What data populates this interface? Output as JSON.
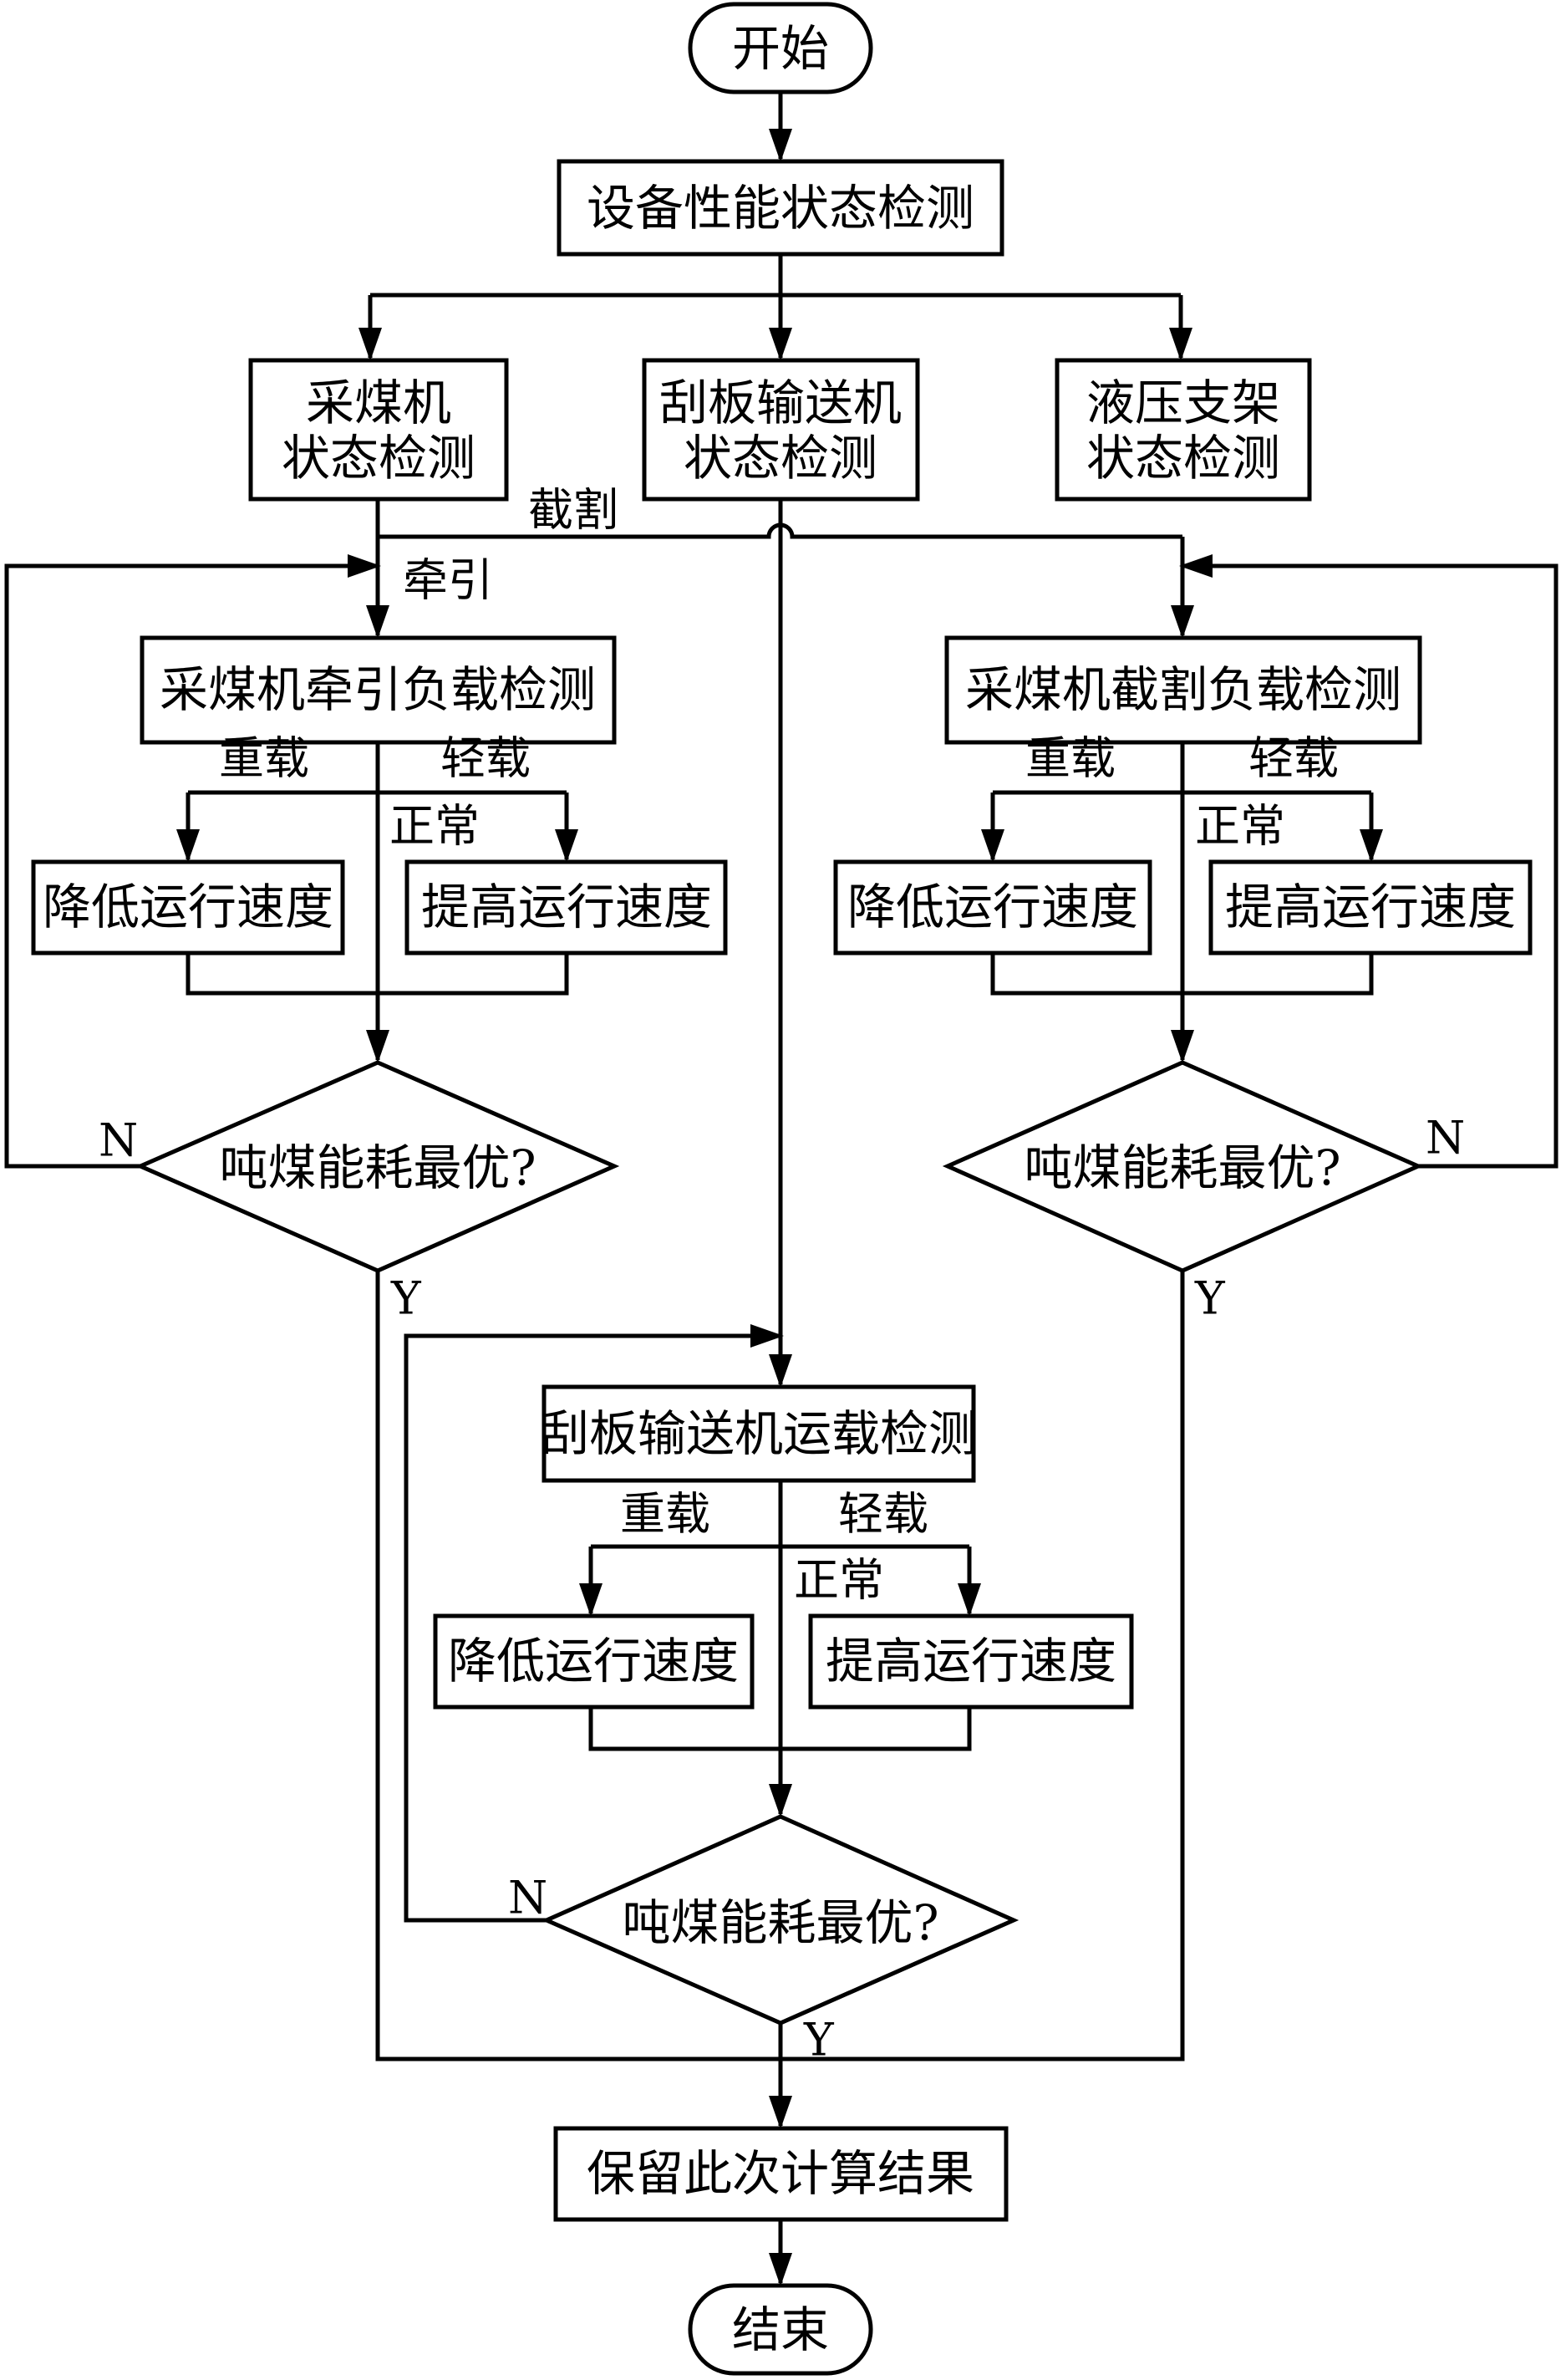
{
  "nodes": {
    "start": "开始",
    "detect": "设备性能状态检测",
    "shearer_state": [
      "采煤机",
      "状态检测"
    ],
    "conveyor_state": [
      "刮板输送机",
      "状态检测"
    ],
    "support_state": [
      "液压支架",
      "状态检测"
    ],
    "haul_load": "采煤机牵引负载检测",
    "cut_load": "采煤机截割负载检测",
    "conveyor_load": "刮板输送机运载检测",
    "reduce_speed": "降低运行速度",
    "raise_speed": "提高运行速度",
    "decision": "吨煤能耗最优?",
    "save": "保留此次计算结果",
    "end": "结束"
  },
  "edge_labels": {
    "cut": "截割",
    "haul": "牵引",
    "heavy": "重载",
    "light": "轻载",
    "normal": "正常",
    "no": "N",
    "yes": "Y"
  }
}
